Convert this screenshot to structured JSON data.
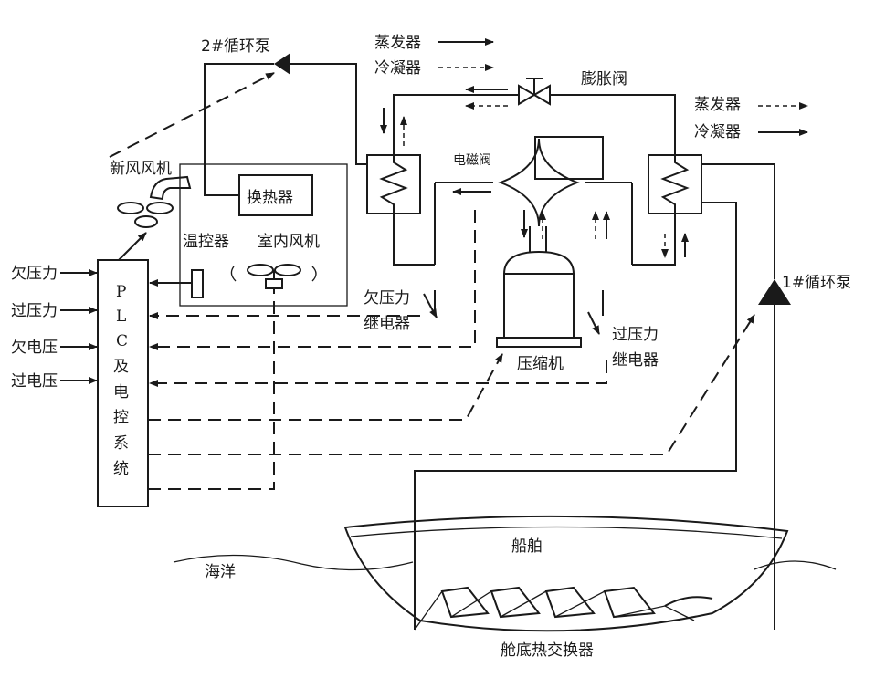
{
  "labels": {
    "pump2": "2#循环泵",
    "pump1": "1#循环泵",
    "fresh_air_fan": "新风风机",
    "heat_exchanger": "换热器",
    "thermostat": "温控器",
    "indoor_fan": "室内风机",
    "plc": [
      "P",
      "L",
      "C",
      "及",
      "电",
      "控",
      "系",
      "统"
    ],
    "under_pressure_in": "欠压力",
    "over_pressure_in": "过压力",
    "under_voltage_in": "欠电压",
    "over_voltage_in": "过电压",
    "solenoid_valve": "电磁阀",
    "expansion_valve": "膨胀阀",
    "compressor": "压缩机",
    "under_pressure_relay_1": "欠压力",
    "under_pressure_relay_2": "继电器",
    "over_pressure_relay_1": "过压力",
    "over_pressure_relay_2": "继电器",
    "ship": "船舶",
    "ocean": "海洋",
    "hull_exchanger": "舱底热交换器"
  },
  "legend_left": {
    "evaporator": "蒸发器",
    "condenser": "冷凝器"
  },
  "legend_right": {
    "evaporator": "蒸发器",
    "condenser": "冷凝器"
  }
}
